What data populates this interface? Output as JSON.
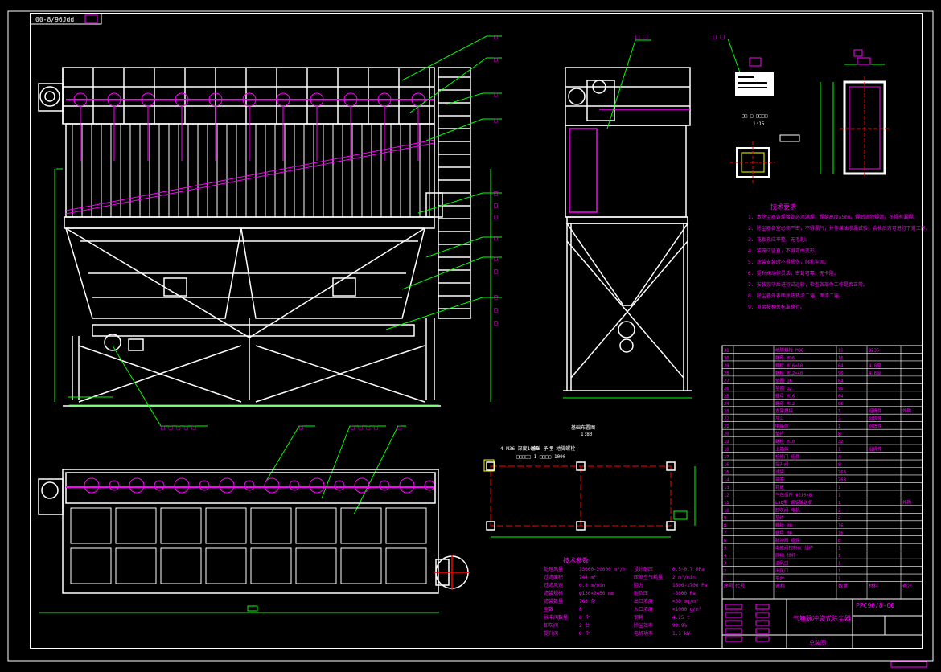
{
  "drawing": {
    "number_mirrored": "00-8/96Jdd",
    "number": "PPC96/8-00",
    "title_cn": "气箱脉冲袋式除尘器",
    "footer_cn": "总装图"
  },
  "labels": {
    "tech_table_title": "技术参数",
    "tech_req_title": "技术要求",
    "hole_layout_title": "基础布置图",
    "hole_scale": "1:80",
    "nameplate_scale": "1:15",
    "note_outlet": "4-M36 深度1000",
    "note_anchor": "基础 予埋 地脚螺栓"
  },
  "tech_params": [
    {
      "k": "处理风量",
      "v": "13600-20000 m³/h",
      "k2": "设计耐压",
      "v2": "0.5~0.7 MPa"
    },
    {
      "k": "过滤面积",
      "v": "744 m²",
      "k2": "压缩空气耗量",
      "v2": "2 m³/min"
    },
    {
      "k": "过滤风速",
      "v": "0.8 m/min",
      "k2": "阻力",
      "v2": "1500-1700 Pa"
    },
    {
      "k": "滤袋规格",
      "v": "φ130×2450 mm",
      "k2": "耐负压",
      "v2": "-5000 Pa"
    },
    {
      "k": "滤袋数量",
      "v": "768 条",
      "k2": "出口浓度",
      "v2": "<50 mg/m³"
    },
    {
      "k": "室数",
      "v": "8",
      "k2": "入口浓度",
      "v2": "<1000 g/m³"
    },
    {
      "k": "脉冲阀数量",
      "v": "8 个",
      "k2": "钢耗",
      "v2": "4.25 t"
    },
    {
      "k": "卸灰阀",
      "v": "2 台",
      "k2": "除尘效率",
      "v2": "99.9%"
    },
    {
      "k": "提升阀",
      "v": "8 个",
      "k2": "电机功率",
      "v2": "1.1 kW"
    }
  ],
  "tech_req": [
    "1. 本除尘器各焊接处必须满焊，焊缝高度≥5mm，焊后清除焊渣，不得有漏焊。",
    "2. 除尘器各室必须严密，不得漏气，并作煤油渗漏试验，合格后方可进行下道工序。",
    "3. 花板孔应平整，无毛刺。",
    "4. 袋笼应竖直，不得弯曲变形。",
    "5. 滤袋安装时不得损伤，绑扎牢固。",
    "6. 提升阀动作灵活，密封可靠，无卡阻。",
    "7. 安装完毕后进行试运转，检查各部件工作是否正常。",
    "8. 除尘器外表面涂防锈漆二遍，面漆二遍。",
    "9. 其余按相关标准执行。"
  ],
  "parts_list": {
    "header": [
      "序号",
      "代号",
      "名称",
      "数量",
      "材料",
      "备注"
    ],
    "rows": [
      [
        "31",
        "",
        "地脚螺栓 M36",
        "16",
        "Q235",
        ""
      ],
      [
        "30",
        "",
        "螺母 M36",
        "16",
        "",
        ""
      ],
      [
        "29",
        "",
        "螺栓 M16×50",
        "64",
        "4.8级",
        ""
      ],
      [
        "28",
        "",
        "螺栓 M12×40",
        "96",
        "4.8级",
        ""
      ],
      [
        "27",
        "",
        "垫圈 16",
        "64",
        "",
        ""
      ],
      [
        "26",
        "",
        "垫圈 12",
        "96",
        "",
        ""
      ],
      [
        "25",
        "",
        "螺母 M16",
        "64",
        "",
        ""
      ],
      [
        "24",
        "",
        "螺母 M12",
        "96",
        "",
        ""
      ],
      [
        "23",
        "",
        "支架焊接",
        "1",
        "组焊件",
        "外购"
      ],
      [
        "22",
        "",
        "灰斗",
        "2",
        "组焊件",
        ""
      ],
      [
        "21",
        "",
        "中箱体",
        "1",
        "组焊件",
        ""
      ],
      [
        "20",
        "",
        "垫片",
        "8",
        "",
        ""
      ],
      [
        "19",
        "",
        "螺栓 M10",
        "32",
        "",
        ""
      ],
      [
        "18",
        "",
        "上箱体",
        "1",
        "组焊件",
        ""
      ],
      [
        "17",
        "",
        "检修门 组件",
        "4",
        "",
        ""
      ],
      [
        "16",
        "",
        "提升阀",
        "8",
        "",
        ""
      ],
      [
        "15",
        "",
        "滤袋",
        "768",
        "",
        ""
      ],
      [
        "14",
        "",
        "袋笼",
        "768",
        "",
        ""
      ],
      [
        "13",
        "",
        "花板",
        "1",
        "",
        ""
      ],
      [
        "12",
        "",
        "气包组件 Φ219×8",
        "1",
        "",
        ""
      ],
      [
        "11",
        "",
        "LSD型 螺旋输送机",
        "1",
        "",
        "外购"
      ],
      [
        "10",
        "",
        "卸灰阀 电机",
        "2",
        "",
        ""
      ],
      [
        "9",
        "",
        "垫片",
        "2",
        "",
        ""
      ],
      [
        "8",
        "",
        "螺栓 M8",
        "16",
        "",
        ""
      ],
      [
        "7",
        "",
        "螺母 M8",
        "16",
        "",
        ""
      ],
      [
        "6",
        "",
        "脉冲阀 组件",
        "8",
        "",
        ""
      ],
      [
        "5",
        "",
        "电磁阀控制仪 组件",
        "1",
        "",
        ""
      ],
      [
        "4",
        "",
        "爬梯 栏杆",
        "1",
        "",
        ""
      ],
      [
        "3",
        "",
        "进风口",
        "1",
        "",
        ""
      ],
      [
        "2",
        "",
        "出风口",
        "1",
        "",
        ""
      ],
      [
        "1",
        "",
        "平台",
        "1",
        "",
        ""
      ]
    ]
  },
  "colors": {
    "background": "#000000",
    "line": "#ffffff",
    "leader": "#00ff00",
    "text": "#ff00ff",
    "dim": "#ff0000",
    "yellow": "#ffff00"
  }
}
